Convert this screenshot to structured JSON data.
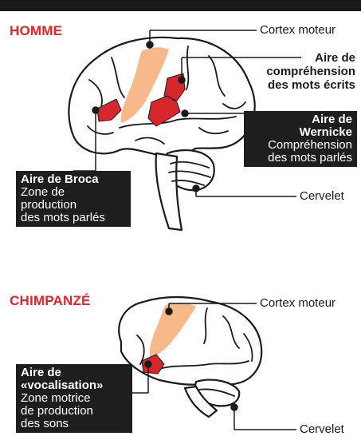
{
  "colors": {
    "accent": "#e0252b",
    "motor_cortex": "#f7b98a",
    "speech_area": "#d9262c",
    "label_box": "#1e1e1e"
  },
  "human": {
    "title": "HOMME",
    "motor_cortex_label": "Cortex moteur",
    "written_words_area": {
      "line1": "Aire de",
      "line2": "compréhension",
      "line3": "des mots écrits"
    },
    "wernicke": {
      "line1": "Aire de",
      "line2": "Wernicke",
      "line3": "Compréhension",
      "line4": "des mots parlés"
    },
    "broca": {
      "line1": "Aire de Broca",
      "line2": "Zone de",
      "line3": "production",
      "line4": "des mots parlés"
    },
    "cerebellum_label": "Cervelet"
  },
  "chimp": {
    "title": "CHIMPANZÉ",
    "motor_cortex_label": "Cortex moteur",
    "vocalization": {
      "line1": "Aire de",
      "line2": "«vocalisation»",
      "line3": "Zone motrice",
      "line4": "de production",
      "line5": "des sons"
    },
    "cerebellum_label": "Cervelet"
  }
}
